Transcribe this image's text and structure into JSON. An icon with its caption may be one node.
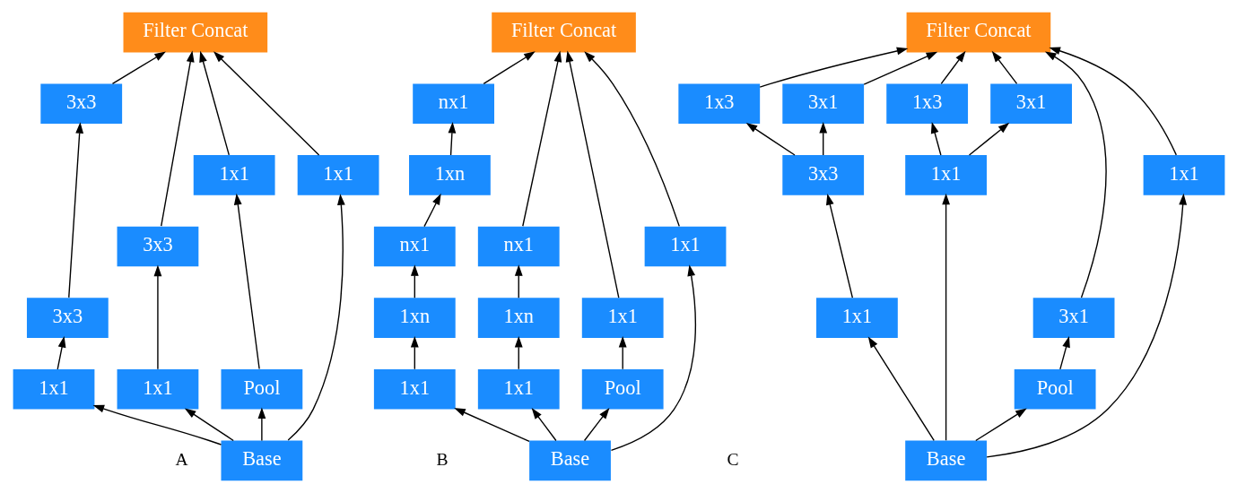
{
  "diagram": {
    "nodes": [
      {
        "text": [
          "Filter Concat"
        ]
      },
      {
        "text": [
          "3x3"
        ]
      },
      {
        "text": [
          "3x3"
        ]
      },
      {
        "text": [
          "3x3"
        ]
      },
      {
        "text": [
          "1x1"
        ]
      },
      {
        "text": [
          "1x1"
        ]
      },
      {
        "text": [
          "1x1"
        ]
      },
      {
        "text": [
          "Pool"
        ]
      },
      {
        "text": [
          "1x1"
        ]
      },
      {
        "text": [
          "Base"
        ]
      },
      {
        "text": [
          "Filter Concat"
        ]
      },
      {
        "text": [
          "nx1"
        ]
      },
      {
        "text": [
          "1xn"
        ]
      },
      {
        "text": [
          "nx1"
        ]
      },
      {
        "text": [
          "nx1"
        ]
      },
      {
        "text": [
          "1xn"
        ]
      },
      {
        "text": [
          "1xn"
        ]
      },
      {
        "text": [
          "1x1"
        ]
      },
      {
        "text": [
          "1x1"
        ]
      },
      {
        "text": [
          "1x1"
        ]
      },
      {
        "text": [
          "Pool"
        ]
      },
      {
        "text": [
          "1x1"
        ]
      },
      {
        "text": [
          "Base"
        ]
      },
      {
        "text": [
          "Filter Concat"
        ]
      },
      {
        "text": [
          "1x3"
        ]
      },
      {
        "text": [
          "3x1"
        ]
      },
      {
        "text": [
          "3x3"
        ]
      },
      {
        "text": [
          "1x3"
        ]
      },
      {
        "text": [
          "3x1"
        ]
      },
      {
        "text": [
          "3x1"
        ]
      },
      {
        "text": [
          "1x1"
        ]
      },
      {
        "text": [
          "1x1"
        ]
      },
      {
        "text": [
          "Pool"
        ]
      },
      {
        "text": [
          "1x1"
        ]
      },
      {
        "text": [
          "Base"
        ]
      }
    ],
    "edges": [
      {
        "from": 9,
        "to": 5,
        "arrow": "to"
      },
      {
        "from": 9,
        "to": 6,
        "arrow": "to"
      },
      {
        "from": 9,
        "to": 7,
        "arrow": "to"
      },
      {
        "from": 9,
        "to": 8,
        "arrow": "to"
      },
      {
        "from": 5,
        "to": 2,
        "arrow": "to"
      },
      {
        "from": 2,
        "to": 1,
        "arrow": "to"
      },
      {
        "from": 1,
        "to": 0,
        "arrow": "to"
      },
      {
        "from": 6,
        "to": 3,
        "arrow": "to"
      },
      {
        "from": 3,
        "to": 0,
        "arrow": "to"
      },
      {
        "from": 7,
        "to": 4,
        "arrow": "to"
      },
      {
        "from": 4,
        "to": 0,
        "arrow": "to"
      },
      {
        "from": 8,
        "to": 0,
        "arrow": "to"
      },
      {
        "from": 22,
        "to": 18,
        "arrow": "to"
      },
      {
        "from": 22,
        "to": 19,
        "arrow": "to"
      },
      {
        "from": 22,
        "to": 20,
        "arrow": "to"
      },
      {
        "from": 22,
        "to": 21,
        "arrow": "to"
      },
      {
        "from": 18,
        "to": 15,
        "arrow": "to"
      },
      {
        "from": 15,
        "to": 13,
        "arrow": "to"
      },
      {
        "from": 13,
        "to": 12,
        "arrow": "to"
      },
      {
        "from": 12,
        "to": 11,
        "arrow": "to"
      },
      {
        "from": 11,
        "to": 10,
        "arrow": "to"
      },
      {
        "from": 19,
        "to": 16,
        "arrow": "to"
      },
      {
        "from": 16,
        "to": 14,
        "arrow": "to"
      },
      {
        "from": 14,
        "to": 10,
        "arrow": "to"
      },
      {
        "from": 20,
        "to": 17,
        "arrow": "to"
      },
      {
        "from": 17,
        "to": 10,
        "arrow": "to"
      },
      {
        "from": 21,
        "to": 10,
        "arrow": "to"
      },
      {
        "from": 34,
        "to": 30,
        "arrow": "to"
      },
      {
        "from": 34,
        "to": 31,
        "arrow": "to"
      },
      {
        "from": 34,
        "to": 32,
        "arrow": "to"
      },
      {
        "from": 34,
        "to": 33,
        "arrow": "to"
      },
      {
        "from": 30,
        "to": 26,
        "arrow": "to"
      },
      {
        "from": 26,
        "to": 24,
        "arrow": "to"
      },
      {
        "from": 26,
        "to": 25,
        "arrow": "to"
      },
      {
        "from": 24,
        "to": 23,
        "arrow": "to"
      },
      {
        "from": 25,
        "to": 23,
        "arrow": "to"
      },
      {
        "from": 31,
        "to": 27,
        "arrow": "to"
      },
      {
        "from": 31,
        "to": 28,
        "arrow": "to"
      },
      {
        "from": 27,
        "to": 23,
        "arrow": "to"
      },
      {
        "from": 28,
        "to": 23,
        "arrow": "to"
      },
      {
        "from": 32,
        "to": 29,
        "arrow": "to"
      },
      {
        "from": 29,
        "to": 23,
        "arrow": "to"
      },
      {
        "from": 33,
        "to": 23,
        "arrow": "to"
      }
    ],
    "labels": [
      "A",
      "B",
      "C"
    ]
  }
}
